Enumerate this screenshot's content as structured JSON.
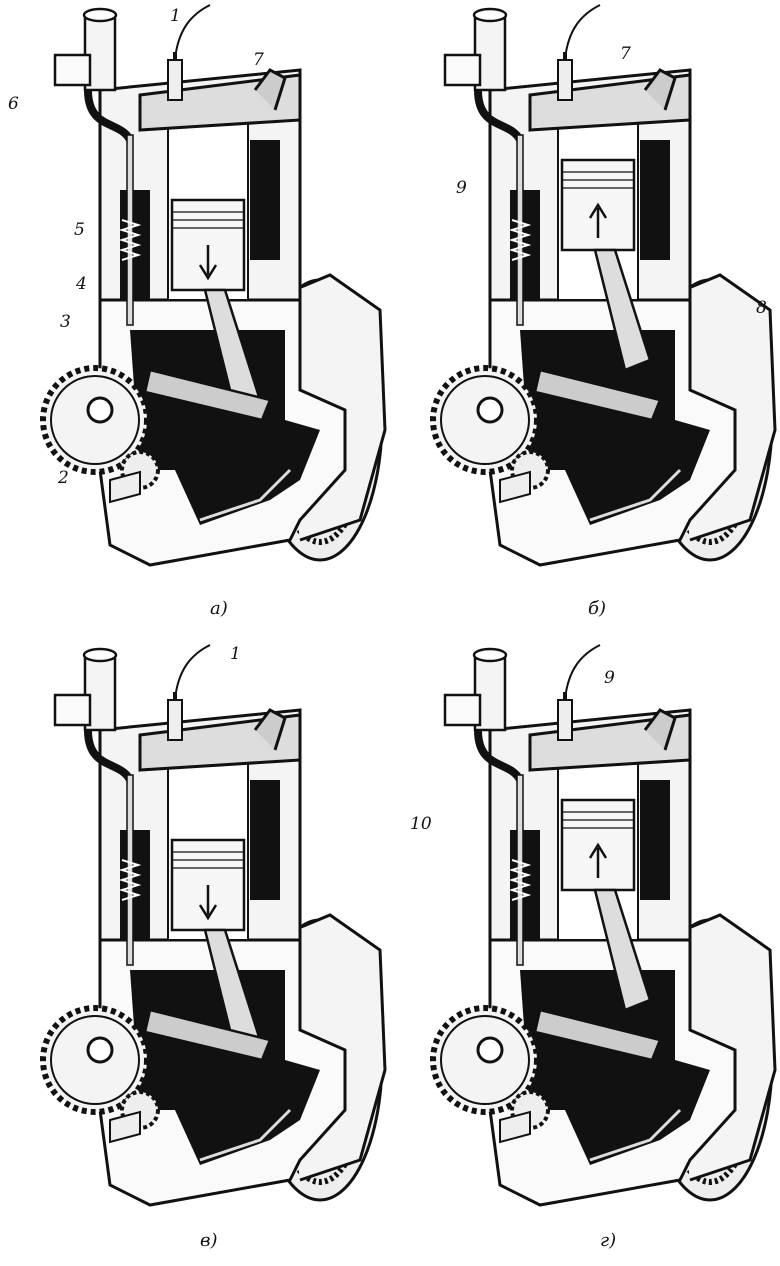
{
  "figure": {
    "panels": [
      {
        "caption": "а)",
        "piston": "down",
        "labels": [
          "1",
          "7",
          "6",
          "5",
          "4",
          "3",
          "2"
        ]
      },
      {
        "caption": "б)",
        "piston": "up",
        "labels": [
          "7",
          "9",
          "8"
        ]
      },
      {
        "caption": "в)",
        "piston": "down",
        "labels": [
          "1"
        ]
      },
      {
        "caption": "г)",
        "piston": "up",
        "labels": [
          "9",
          "10"
        ]
      }
    ]
  }
}
